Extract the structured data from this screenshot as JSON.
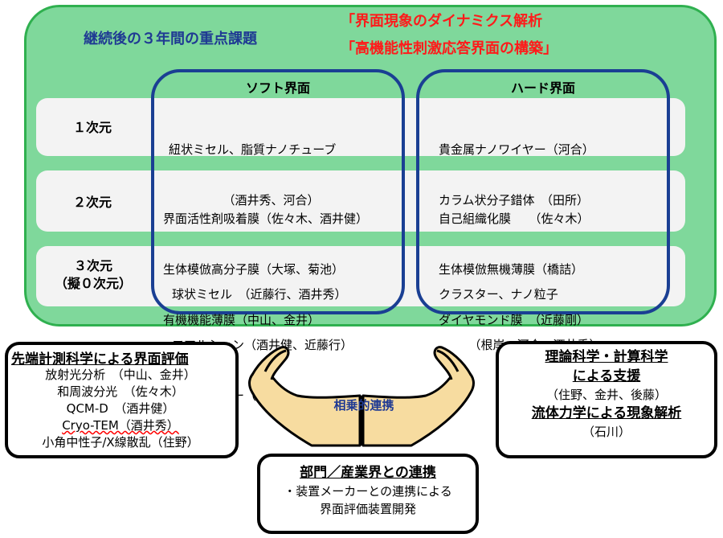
{
  "heading": "継続後の３年間の重点課題",
  "red_titles": [
    "「界面現象のダイナミクス解析",
    "「高機能性刺激応答界面の構築」"
  ],
  "columns": {
    "soft": "ソフト界面",
    "hard": "ハード界面"
  },
  "rows": [
    {
      "label": "１次元",
      "soft": [
        "紐状ミセル、脂質ナノチューブ",
        "　　　　　（酒井秀、河合）"
      ],
      "hard": [
        "貴金属ナノワイヤー（河合）",
        "カラム状分子錯体　（田所）"
      ]
    },
    {
      "label": "２次元",
      "soft": [
        "界面活性剤吸着膜（佐々木、酒井健）",
        "生体模倣高分子膜（大塚、菊池）",
        "有機機能薄膜（中山、金井）"
      ],
      "hard": [
        "自己組織化膜　　（佐々木）",
        "生体模倣無機薄膜（橋詰）",
        "ダイヤモンド膜　（近藤剛）"
      ]
    },
    {
      "label": "３次元",
      "label2": "（擬０次元）",
      "soft": [
        "球状ミセル　（近藤行、酒井秀）",
        "エマルション（酒井健、近藤行）",
        "デンドリマー（青木）"
      ],
      "hard": [
        "クラスター、ナノ粒子",
        "　　　（根岸、河合、酒井秀）"
      ]
    }
  ],
  "measure_box": {
    "title": "先端計測科学による界面評価",
    "lines": [
      "放射光分析　（中山、金井）",
      "和周波分光　（佐々木）",
      "QCM-D　（酒井健）",
      "Cryo-TEM（酒井秀）",
      "小角中性子/X線散乱（住野）"
    ]
  },
  "theory_box": {
    "title1": "理論科学・計算科学",
    "title2": "による支援",
    "line1": "（住野、金井、後藤）",
    "title3": "流体力学による現象解析",
    "line2": "（石川）"
  },
  "dept_box": {
    "title": "部門／産業界との連携",
    "line1": "・装置メーカーとの連携による",
    "line2": "界面評価装置開発"
  },
  "synergy": "相乗的連携",
  "colors": {
    "panel_fill": "#7fd89b",
    "panel_border": "#2fb04f",
    "frame": "#1a3f93",
    "heading": "#1f3a93",
    "red": "#ff1a1a",
    "hands": "#f7dca0"
  }
}
